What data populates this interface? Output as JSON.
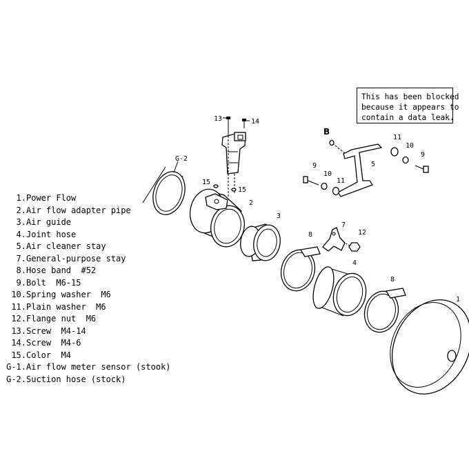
{
  "notice": {
    "lines": [
      "This has been blocked",
      "because it appears to",
      "contain a data leak."
    ]
  },
  "callouts": {
    "c1": "1",
    "c2": "2",
    "c3": "3",
    "c4": "4",
    "c5": "5",
    "c7": "7",
    "c8a": "8",
    "c8b": "8",
    "c9a": "9",
    "c9b": "9",
    "c10a": "10",
    "c10b": "10",
    "c11a": "11",
    "c11b": "11",
    "c12": "12",
    "c13": "13",
    "c14": "14",
    "c15a": "15",
    "c15b": "15",
    "cg2": "G-2",
    "cB": "B"
  },
  "legend": [
    {
      "num": "1.",
      "text": "Power Flow"
    },
    {
      "num": "2.",
      "text": "Air flow adapter pipe"
    },
    {
      "num": "3.",
      "text": "Air guide"
    },
    {
      "num": "4.",
      "text": "Joint hose"
    },
    {
      "num": "5.",
      "text": "Air cleaner stay"
    },
    {
      "num": "7.",
      "text": "General-purpose stay"
    },
    {
      "num": "8.",
      "text": "Hose band  #52"
    },
    {
      "num": "9.",
      "text": "Bolt  M6-15"
    },
    {
      "num": "10.",
      "text": "Spring washer  M6"
    },
    {
      "num": "11.",
      "text": "Plain washer  M6"
    },
    {
      "num": "12.",
      "text": "Flange nut  M6"
    },
    {
      "num": "13.",
      "text": "Screw  M4-14"
    },
    {
      "num": "14.",
      "text": "Screw  M4-6"
    },
    {
      "num": "15.",
      "text": "Color  M4"
    },
    {
      "num": "G-1.",
      "text": "Air flow meter sensor (stook)"
    },
    {
      "num": "G-2.",
      "text": "Suction hose (stock)"
    }
  ]
}
